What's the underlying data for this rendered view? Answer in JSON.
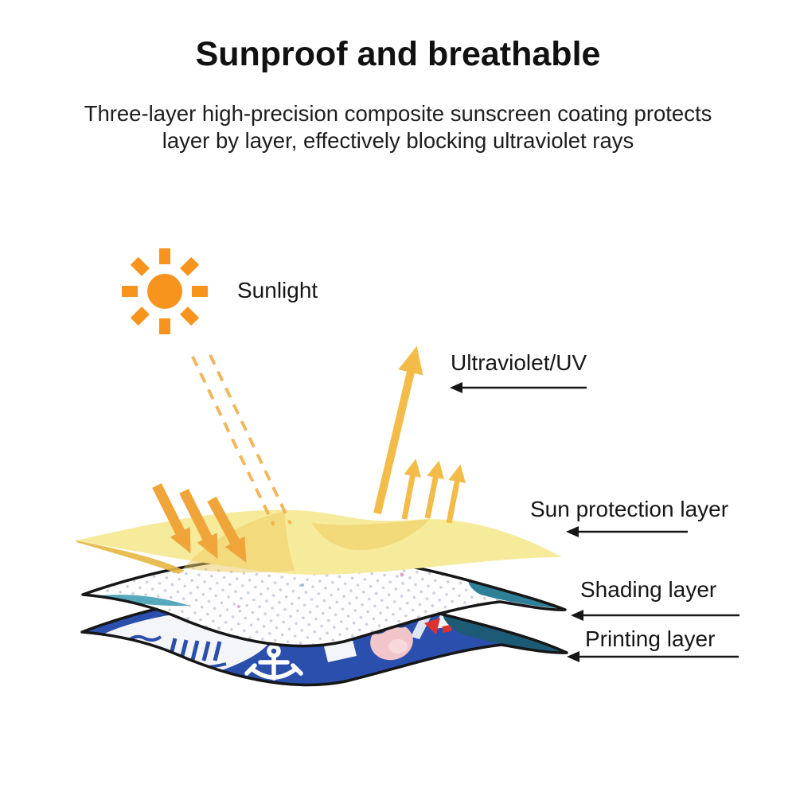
{
  "header": {
    "title": "Sunproof and breathable",
    "subtitle_line1": "Three-layer high-precision composite sunscreen coating protects",
    "subtitle_line2": "layer by layer, effectively blocking ultraviolet rays"
  },
  "diagram": {
    "sunlight_label": "Sunlight",
    "uv_label": "Ultraviolet/UV",
    "layers": [
      {
        "label": "Sun protection layer"
      },
      {
        "label": "Shading layer"
      },
      {
        "label": "Printing layer"
      }
    ]
  },
  "icons": {
    "sun": "sun-burst",
    "incoming_rays": "diagonal-down-arrows",
    "reflected_uv": "up-arrows",
    "label_pointer": "left-arrow",
    "print_motifs": "anchor, diving-goggles-character, sail-flag"
  },
  "colors": {
    "sun_orange": "#F7941E",
    "incoming_arrow_gold": "#EFA53A",
    "reflected_arrow_gold": "#F3BC49",
    "dashed_ray_gold": "#F1AF4C",
    "sun_layer_yellow": "#F6EB9B",
    "sun_layer_deep_gold": "#EECA5F",
    "shading_layer_white": "#FDFDFD",
    "shading_dot_gray": "#A9B0C2",
    "printing_layer_blue": "#2B4FAD",
    "edge_teal": "#2E8098",
    "edge_navy": "#16465F",
    "outline_black": "#161616",
    "text_black": "#1D1D1D"
  }
}
